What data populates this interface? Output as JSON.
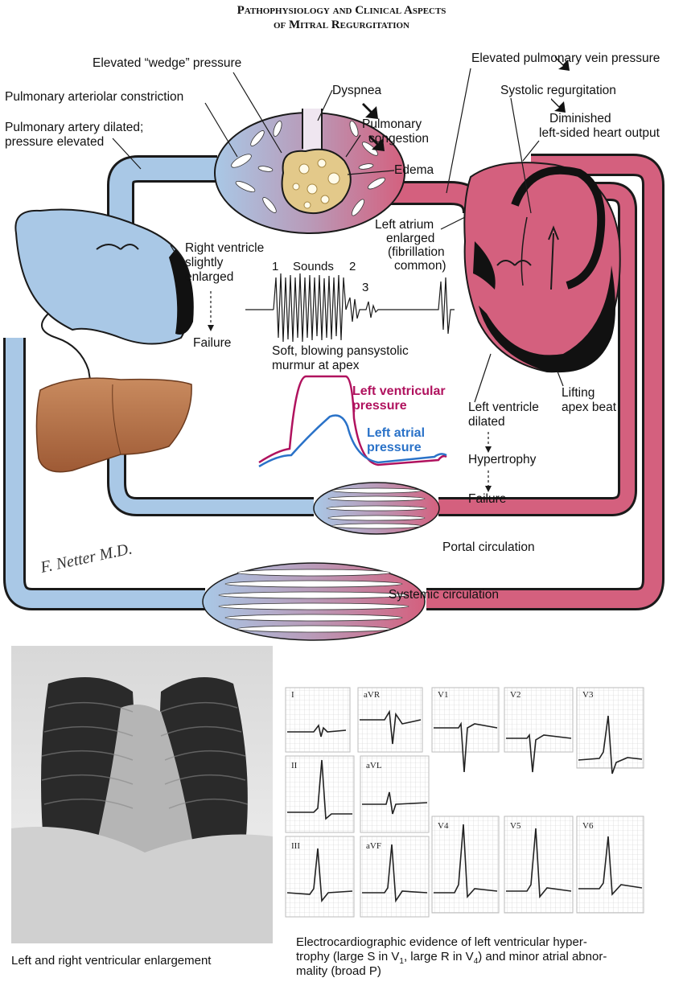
{
  "title": {
    "line1": "Pathophysiology and Clinical Aspects",
    "line2": "of Mitral Regurgitation"
  },
  "labels": {
    "wedge": "Elevated “wedge” pressure",
    "arteriolar": "Pulmonary arteriolar constriction",
    "pa_dilated_1": "Pulmonary artery dilated;",
    "pa_dilated_2": "pressure elevated",
    "dyspnea": "Dyspnea",
    "congestion_1": "Pulmonary",
    "congestion_2": "congestion",
    "edema": "Edema",
    "pv_pressure": "Elevated pulmonary vein pressure",
    "systolic_regurg": "Systolic regurgitation",
    "diminished_1": "Diminished",
    "diminished_2": "left-sided heart output",
    "rv_1": "Right ventricle",
    "rv_2": "slightly",
    "rv_3": "enlarged",
    "rv_failure": "Failure",
    "la_1": "Left atrium",
    "la_2": "enlarged",
    "la_3": "(fibrillation",
    "la_4": "common)",
    "murmur_1": "Soft, blowing pansystolic",
    "murmur_2": "murmur at apex",
    "lv_1": "Left ventricle",
    "lv_2": "dilated",
    "hypertrophy": "Hypertrophy",
    "lv_failure": "Failure",
    "apex_1": "Lifting",
    "apex_2": "apex beat",
    "portal": "Portal circulation",
    "systemic": "Systemic circulation",
    "xray_caption": "Left and right ventricular enlargement",
    "ecg_caption_1": "Electrocardiographic evidence of left ventricular hyper-",
    "ecg_caption_2": "trophy (large S in V",
    "ecg_caption_2_sub1": "1",
    "ecg_caption_2b": ", large R in V",
    "ecg_caption_2_sub2": "4",
    "ecg_caption_2c": ") and minor atrial abnor-",
    "ecg_caption_3": "mality (broad P)"
  },
  "sounds": {
    "s1": "1",
    "label": "Sounds",
    "s2": "2",
    "s3": "3"
  },
  "pressure_curves": {
    "lv_label_1": "Left ventricular",
    "lv_label_2": "pressure",
    "la_label_1": "Left atrial",
    "la_label_2": "pressure",
    "lv_color": "#b0125e",
    "la_color": "#2a72c8"
  },
  "ecg_leads": [
    "I",
    "aVR",
    "V1",
    "V2",
    "V3",
    "II",
    "aVL",
    "III",
    "aVF",
    "V4",
    "V5",
    "V6"
  ],
  "signature": "F. Netter M.D.",
  "colors": {
    "venous_blue": "#a9c8e6",
    "arterial_red": "#d4607e",
    "heart_black": "#111111",
    "liver": "#b8744a",
    "edema_fill": "#e3c98a"
  }
}
